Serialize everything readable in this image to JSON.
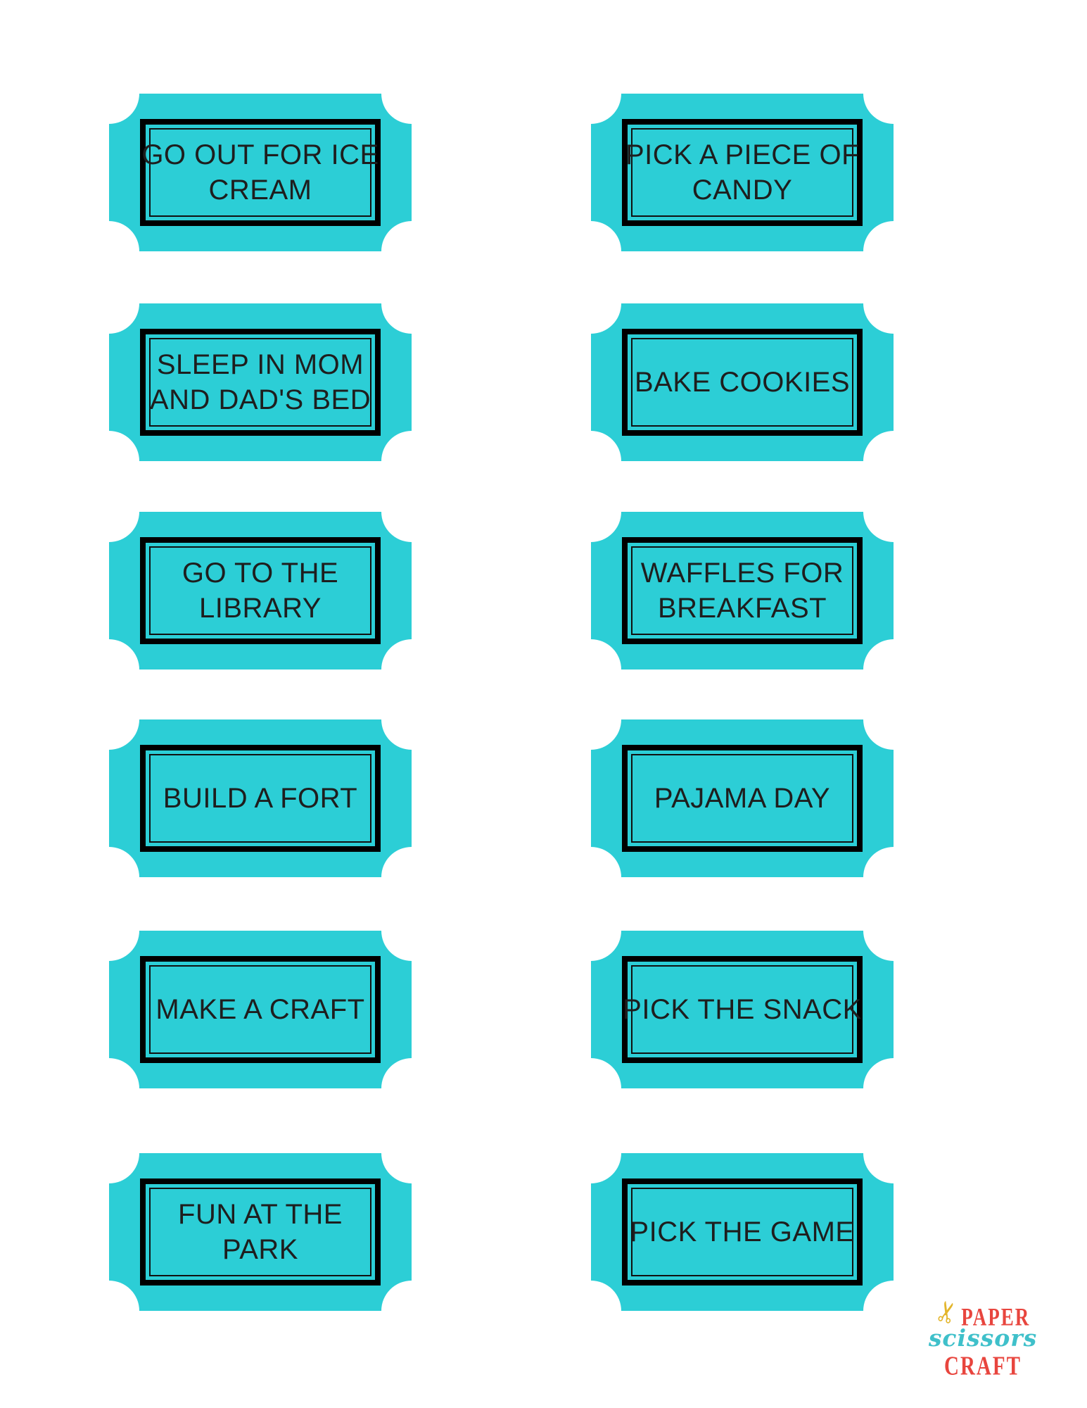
{
  "page": {
    "background": "#ffffff"
  },
  "colors": {
    "ticket_fill": "#2cced6",
    "ticket_border": "#000000",
    "ticket_text": "#1e1e1e",
    "logo_red": "#e8453e",
    "logo_teal": "#3fc0ca",
    "logo_gold": "#e3b52b"
  },
  "tickets": [
    {
      "label": "GO OUT FOR ICE CREAM",
      "lines": [
        "GO OUT FOR ICE",
        "CREAM"
      ]
    },
    {
      "label": "PICK A PIECE OF CANDY",
      "lines": [
        "PICK A PIECE OF",
        "CANDY"
      ]
    },
    {
      "label": "SLEEP IN MOM AND DAD'S BED",
      "lines": [
        "SLEEP IN MOM",
        "AND DAD'S BED"
      ]
    },
    {
      "label": "BAKE COOKIES",
      "lines": [
        "BAKE COOKIES"
      ]
    },
    {
      "label": "GO TO THE LIBRARY",
      "lines": [
        "GO TO THE",
        "LIBRARY"
      ]
    },
    {
      "label": "WAFFLES FOR BREAKFAST",
      "lines": [
        "WAFFLES FOR",
        "BREAKFAST"
      ]
    },
    {
      "label": "BUILD A FORT",
      "lines": [
        "BUILD A FORT"
      ]
    },
    {
      "label": "PAJAMA DAY",
      "lines": [
        "PAJAMA DAY"
      ]
    },
    {
      "label": "MAKE A CRAFT",
      "lines": [
        "MAKE A CRAFT"
      ]
    },
    {
      "label": "PICK THE SNACK",
      "lines": [
        "PICK THE SNACK"
      ]
    },
    {
      "label": "FUN AT THE PARK",
      "lines": [
        "FUN AT THE",
        "PARK"
      ]
    },
    {
      "label": "PICK THE GAME",
      "lines": [
        "PICK THE GAME"
      ]
    }
  ],
  "logo": {
    "icon_glyph": "✂",
    "paper": "PAPER",
    "scissors": "scissors",
    "craft": "CRAFT"
  }
}
